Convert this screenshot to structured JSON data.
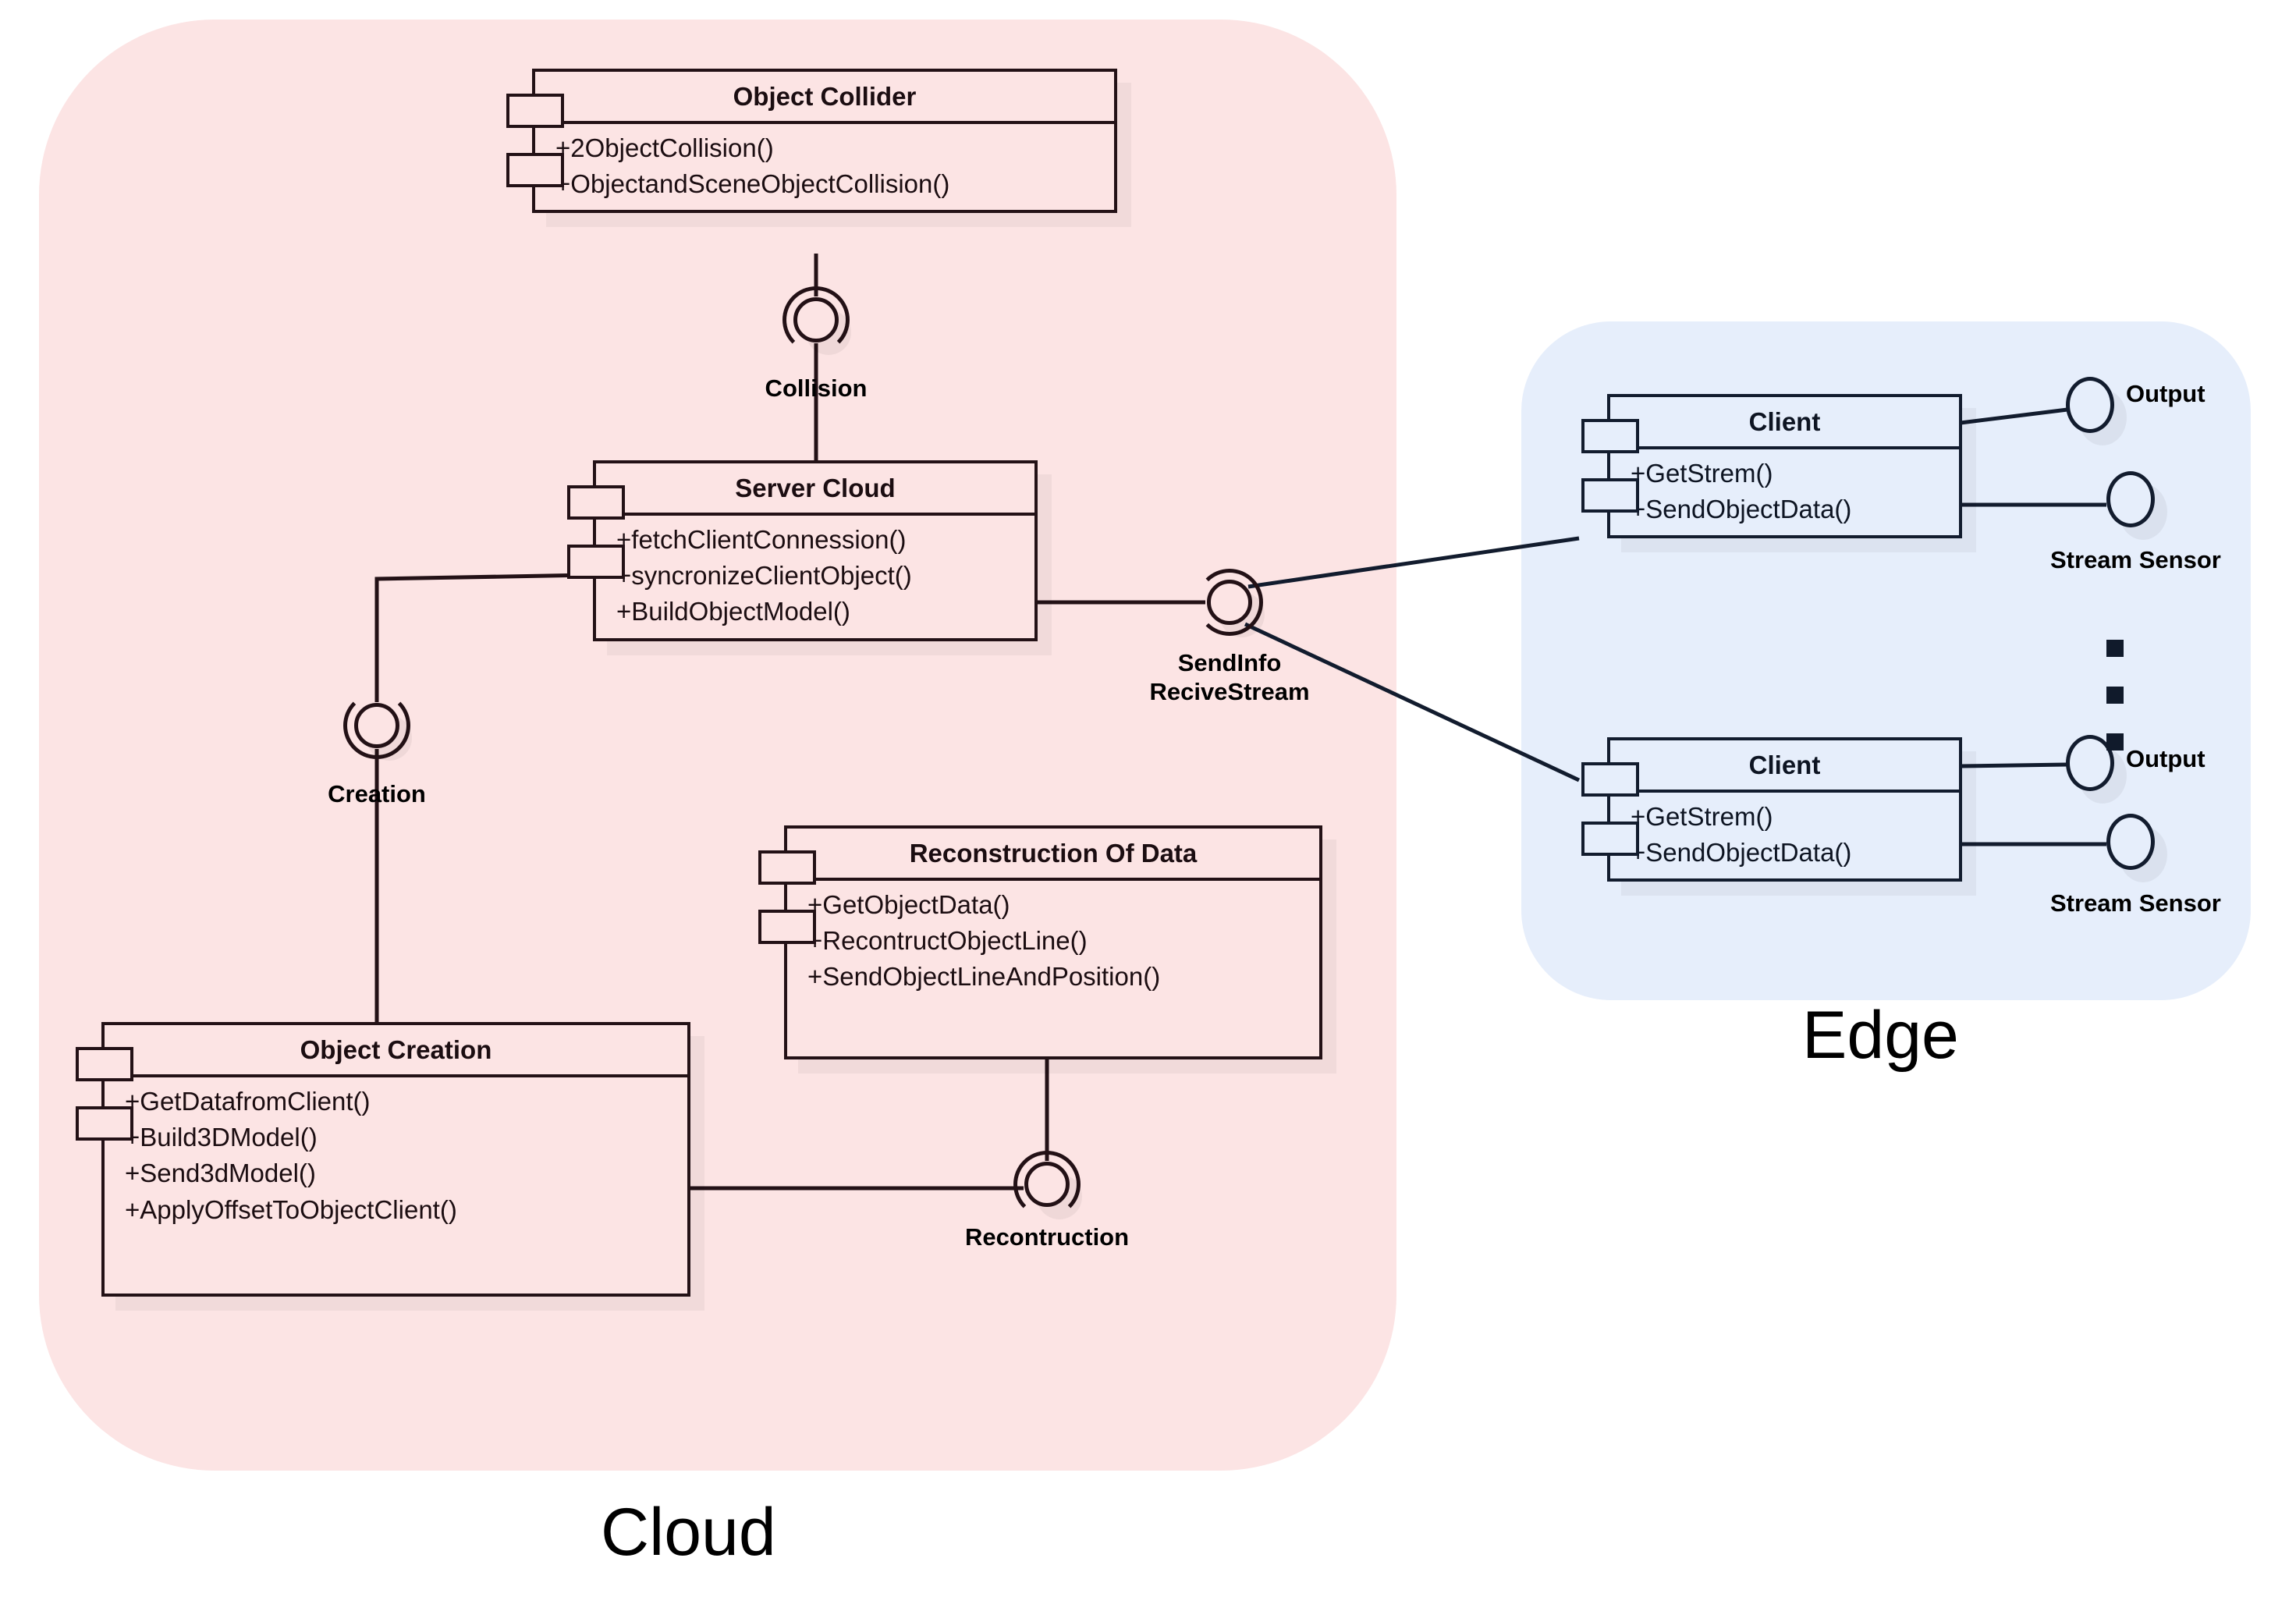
{
  "zones": [
    {
      "id": "cloud",
      "label": "Cloud",
      "color": "#fce4e4"
    },
    {
      "id": "edge",
      "label": "Edge",
      "color": "#e6eefb"
    }
  ],
  "components": [
    {
      "id": "object-collider",
      "zone": "cloud",
      "title": "Object Collider",
      "operations": [
        "+2ObjectCollision()",
        "+ObjectandSceneObjectCollision()"
      ]
    },
    {
      "id": "server-cloud",
      "zone": "cloud",
      "title": "Server Cloud",
      "operations": [
        "+fetchClientConnession()",
        "+syncronizeClientObject()",
        "+BuildObjectModel()"
      ]
    },
    {
      "id": "object-creation",
      "zone": "cloud",
      "title": "Object Creation",
      "operations": [
        "+GetDatafromClient()",
        "+Build3DModel()",
        "+Send3dModel()",
        "+ApplyOffsetToObjectClient()"
      ]
    },
    {
      "id": "reconstruction-of-data",
      "zone": "cloud",
      "title": "Reconstruction Of Data",
      "operations": [
        "+GetObjectData()",
        "+RecontructObjectLine()",
        "+SendObjectLineAndPosition()"
      ]
    },
    {
      "id": "client-1",
      "zone": "edge",
      "title": "Client",
      "operations": [
        "+GetStrem()",
        "+SendObjectData()"
      ]
    },
    {
      "id": "client-2",
      "zone": "edge",
      "title": "Client",
      "operations": [
        "+GetStrem()",
        "+SendObjectData()"
      ]
    }
  ],
  "interfaces": [
    {
      "id": "collision",
      "label": "Collision",
      "socket": "open-up"
    },
    {
      "id": "creation",
      "label": "Creation",
      "socket": "open-down"
    },
    {
      "id": "sendinfo",
      "label": "SendInfo\nReciveStream",
      "socket": "open-right"
    },
    {
      "id": "recontruction",
      "label": "Recontruction",
      "socket": "open-up"
    }
  ],
  "ports": [
    {
      "id": "output-1",
      "label": "Output",
      "client": "client-1"
    },
    {
      "id": "stream-sensor-1",
      "label": "Stream Sensor",
      "client": "client-1"
    },
    {
      "id": "output-2",
      "label": "Output",
      "client": "client-2"
    },
    {
      "id": "stream-sensor-2",
      "label": "Stream Sensor",
      "client": "client-2"
    }
  ],
  "ellipsis": {
    "dots": 3,
    "orientation": "vertical"
  },
  "colors": {
    "cloud_fill": "#fce4e4",
    "edge_fill": "#e6eefb",
    "cloud_stroke": "#231116",
    "edge_stroke": "#121c2e",
    "text": "#000000",
    "page_background": "#ffffff"
  }
}
